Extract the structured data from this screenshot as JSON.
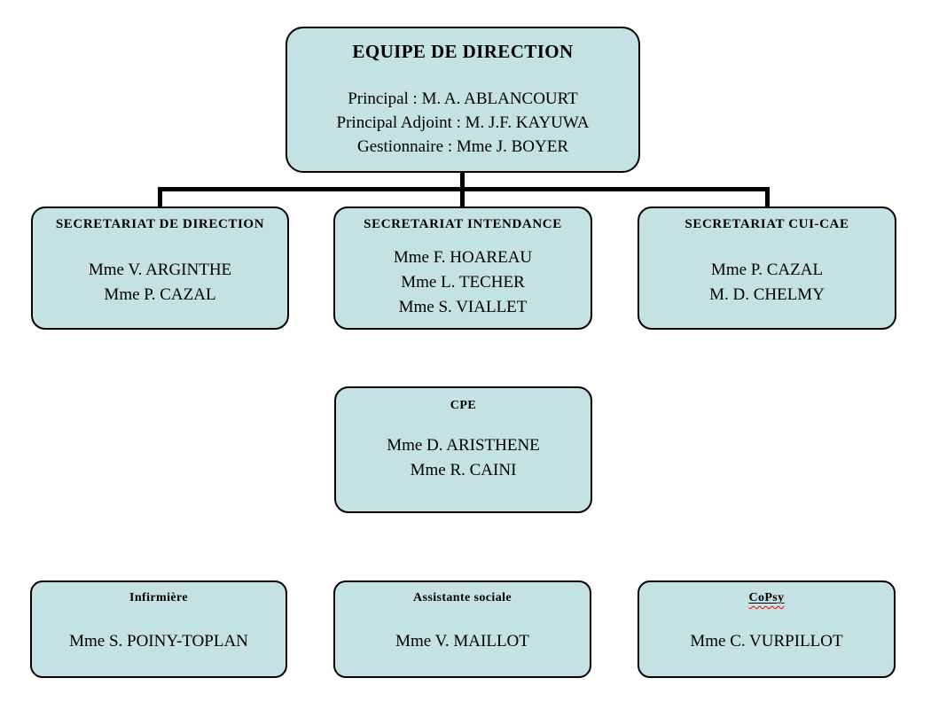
{
  "colors": {
    "box_fill": "#c4e1e4",
    "box_border": "#000000",
    "connector": "#000000",
    "text": "#000000",
    "spellcheck_underline": "#ff0000",
    "background": "#ffffff"
  },
  "boxes": {
    "direction_team": {
      "title": "EQUIPE DE DIRECTION",
      "lines": [
        "Principal : M. A. ABLANCOURT",
        "Principal Adjoint : M. J.F. KAYUWA",
        "Gestionnaire : Mme J. BOYER"
      ]
    },
    "secretariat_direction": {
      "title": "SECRETARIAT DE DIRECTION",
      "lines": [
        "Mme V. ARGINTHE",
        "Mme P. CAZAL"
      ]
    },
    "secretariat_intendance": {
      "title": "SECRETARIAT INTENDANCE",
      "lines": [
        "Mme F. HOAREAU",
        "Mme L. TECHER",
        "Mme S. VIALLET"
      ]
    },
    "secretariat_cui_cae": {
      "title": "SECRETARIAT CUI-CAE",
      "lines": [
        "Mme P. CAZAL",
        "M. D. CHELMY"
      ]
    },
    "cpe": {
      "title": "CPE",
      "lines": [
        "Mme D. ARISTHENE",
        "Mme R. CAINI"
      ]
    },
    "infirmiere": {
      "title": "Infirmière",
      "lines": [
        "Mme S. POINY-TOPLAN"
      ]
    },
    "assistante_sociale": {
      "title": "Assistante sociale",
      "lines": [
        "Mme V. MAILLOT"
      ]
    },
    "copsy": {
      "title": "CoPsy",
      "lines": [
        "Mme C. VURPILLOT"
      ]
    }
  }
}
